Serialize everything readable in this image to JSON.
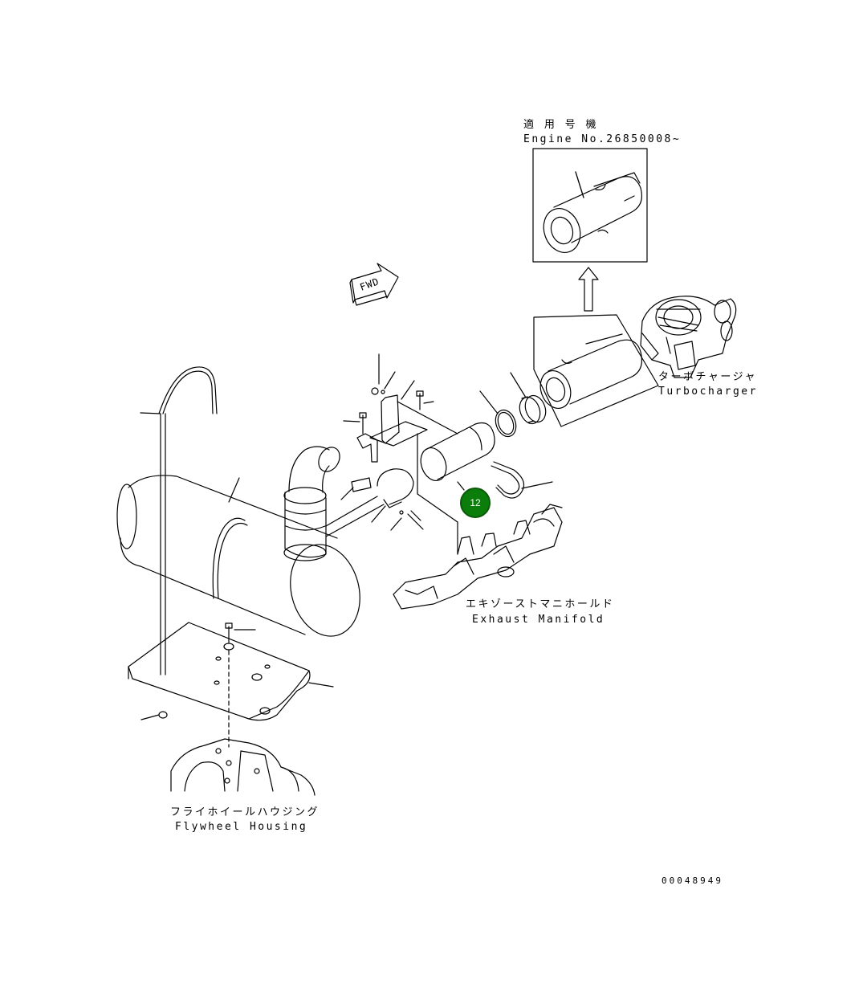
{
  "applicable": {
    "jp": "適 用 号 機",
    "en": "Engine No.26850008~"
  },
  "fwd_label": "FWD",
  "labels": {
    "turbocharger_jp": "ターボチャージャ",
    "turbocharger_en": "Turbocharger",
    "manifold_jp": "エキゾーストマニホールド",
    "manifold_en": "Exhaust Manifold",
    "flywheel_jp": "フライホイールハウジング",
    "flywheel_en": "Flywheel Housing"
  },
  "callouts": [
    {
      "number": "12",
      "color": "#0a7d0a"
    }
  ],
  "drawing_number": "00048949"
}
